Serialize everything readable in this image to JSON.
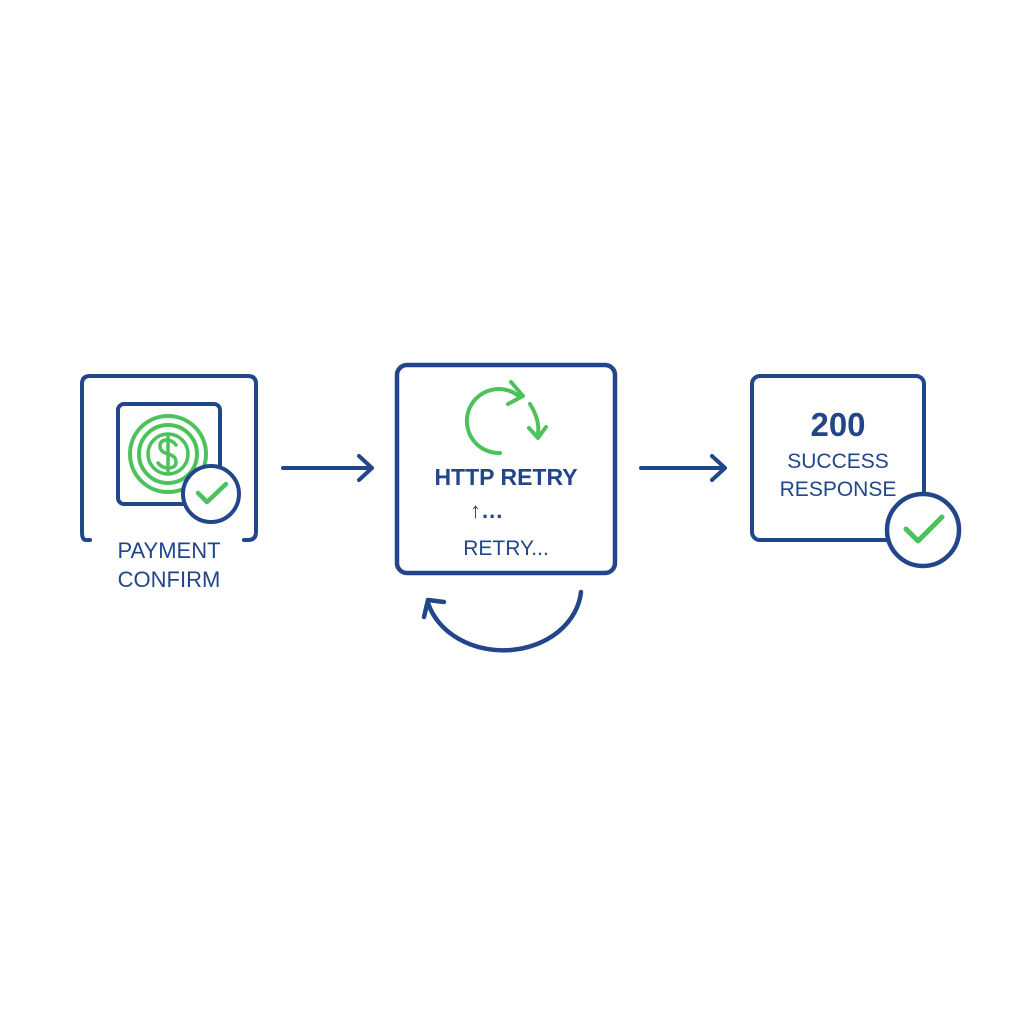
{
  "colors": {
    "primary": "#22468a",
    "accent": "#4cc25a",
    "background": "#ffffff"
  },
  "steps": [
    {
      "icon": "dollar-coin-icon",
      "badge_icon": "check-icon",
      "label_line1": "PAYMENT",
      "label_line2": "CONFIRM"
    },
    {
      "icon": "refresh-cycle-icon",
      "title": "HTTP RETRY",
      "progress_text": "↑...",
      "subtitle": "RETRY..."
    },
    {
      "badge_icon": "check-icon",
      "code": "200",
      "label_line1": "SUCCESS",
      "label_line2": "RESPONSE"
    }
  ],
  "connectors": [
    "arrow-right-icon",
    "arrow-right-icon",
    "loop-back-arrow-icon"
  ]
}
